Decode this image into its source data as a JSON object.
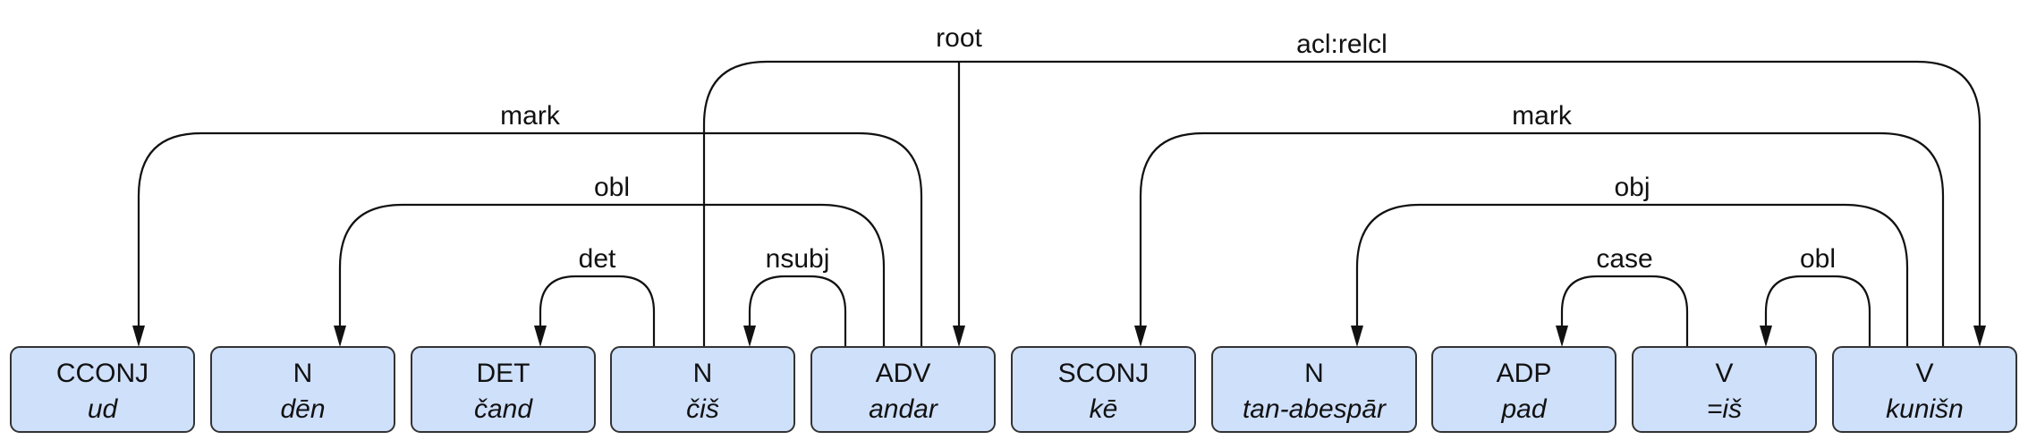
{
  "tokens": [
    {
      "tag": "CCONJ",
      "form": "ud"
    },
    {
      "tag": "N",
      "form": "dēn"
    },
    {
      "tag": "DET",
      "form": "čand"
    },
    {
      "tag": "N",
      "form": "čiš"
    },
    {
      "tag": "ADV",
      "form": "andar"
    },
    {
      "tag": "SCONJ",
      "form": "kē"
    },
    {
      "tag": "N",
      "form": "tan-abespār"
    },
    {
      "tag": "ADP",
      "form": "pad"
    },
    {
      "tag": "V",
      "form": "=iš"
    },
    {
      "tag": "V",
      "form": "kunišn"
    }
  ],
  "root": {
    "label": "root",
    "token": 4
  },
  "arcs": [
    {
      "label": "det",
      "head": 3,
      "dep": 2
    },
    {
      "label": "nsubj",
      "head": 4,
      "dep": 3
    },
    {
      "label": "obl",
      "head": 4,
      "dep": 1
    },
    {
      "label": "mark",
      "head": 4,
      "dep": 0
    },
    {
      "label": "acl:relcl",
      "head": 3,
      "dep": 9
    },
    {
      "label": "case",
      "head": 8,
      "dep": 7
    },
    {
      "label": "obl",
      "head": 9,
      "dep": 8
    },
    {
      "label": "obj",
      "head": 9,
      "dep": 6
    },
    {
      "label": "mark",
      "head": 9,
      "dep": 5
    }
  ]
}
